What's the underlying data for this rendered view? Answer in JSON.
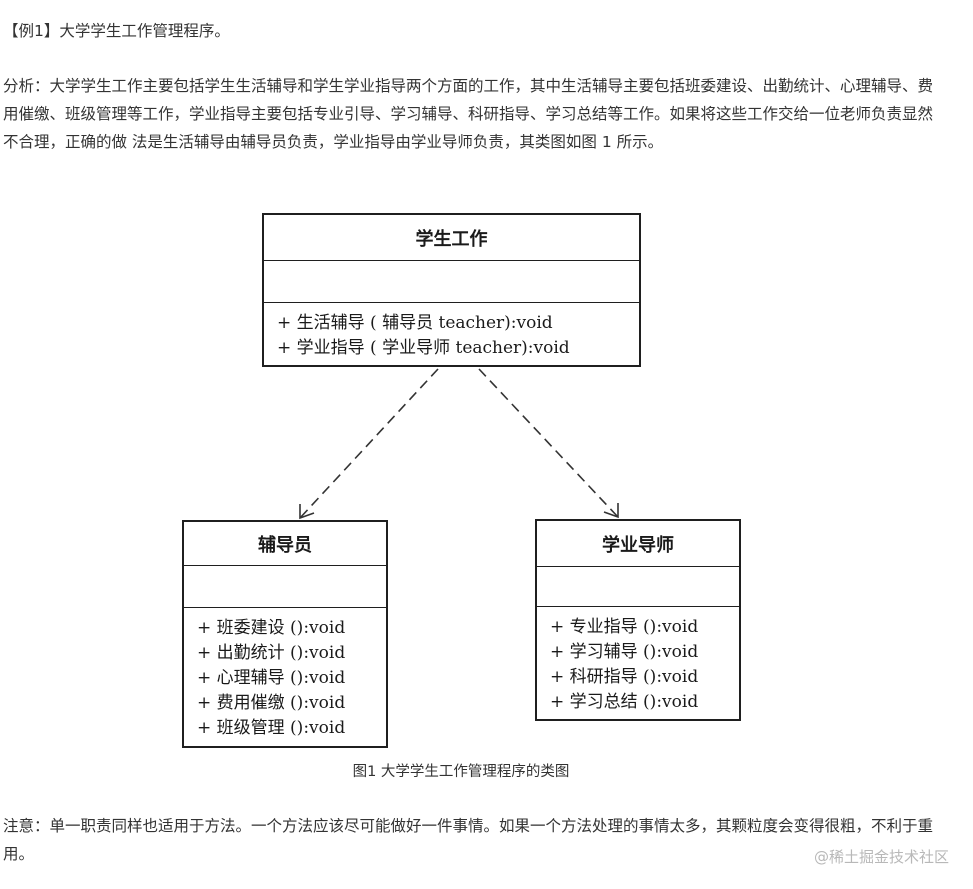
{
  "example_title": "【例1】大学学生工作管理程序。",
  "analysis": "分析：大学学生工作主要包括学生生活辅导和学生学业指导两个方面的工作，其中生活辅导主要包括班委建设、出勤统计、心理辅导、费用催缴、班级管理等工作，学业指导主要包括专业引导、学习辅导、科研指导、学习总结等工作。如果将这些工作交给一位老师负责显然不合理，正确的做 法是生活辅导由辅导员负责，学业指导由学业导师负责，其类图如图 1 所示。",
  "diagram": {
    "student_work": {
      "name": "学生工作",
      "methods": [
        "+ 生活辅导 ( 辅导员 teacher):void",
        "+ 学业指导 ( 学业导师 teacher):void"
      ]
    },
    "counselor": {
      "name": "辅导员",
      "methods": [
        "+ 班委建设 ():void",
        "+ 出勤统计 ():void",
        "+ 心理辅导 ():void",
        "+ 费用催缴 ():void",
        "+ 班级管理 ():void"
      ]
    },
    "tutor": {
      "name": "学业导师",
      "methods": [
        "+ 专业指导 ():void",
        "+ 学习辅导 ():void",
        "+ 科研指导 ():void",
        "+ 学习总结 ():void"
      ]
    },
    "line_color": "#333333"
  },
  "caption": "图1 大学学生工作管理程序的类图",
  "note": "注意：单一职责同样也适用于方法。一个方法应该尽可能做好一件事情。如果一个方法处理的事情太多，其颗粒度会变得很粗，不利于重用。",
  "watermark": "@稀土掘金技术社区"
}
